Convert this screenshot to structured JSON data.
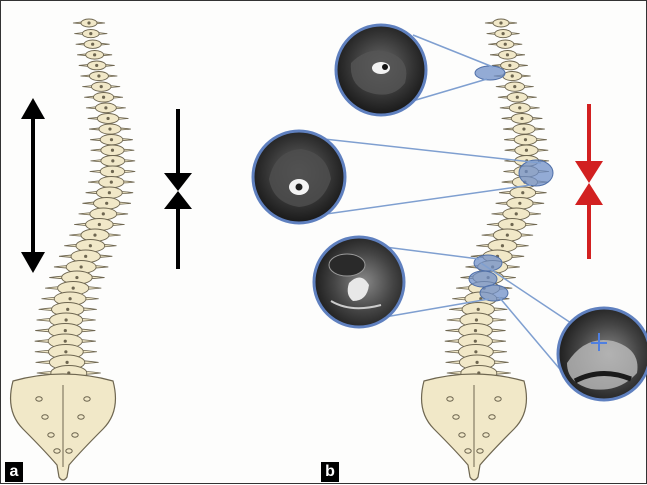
{
  "panels": [
    {
      "label": "a"
    },
    {
      "label": "b"
    }
  ],
  "colors": {
    "bone_fill": "#f1e8c8",
    "bone_stroke": "#6e6650",
    "highlight": "#6f8fc8",
    "connector": "#7f9fd0",
    "arrow_black": "#000000",
    "arrow_red": "#d22020",
    "mri_bg": "#2a2a2a"
  },
  "icons": {
    "length_arrow": "double-headed-vertical-arrow",
    "compression": "converging-triangle-arrows",
    "mri_inset": "circular-mri-magnifier"
  }
}
